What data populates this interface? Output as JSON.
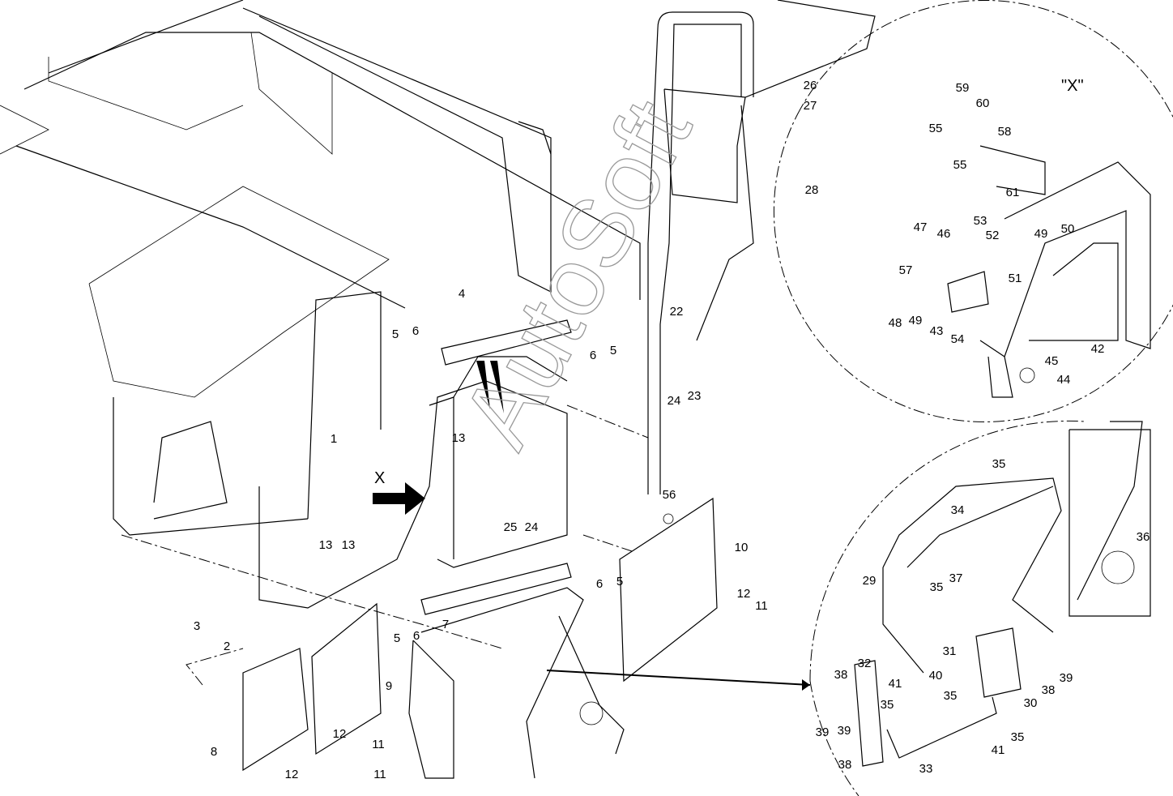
{
  "diagram": {
    "detail_view_title": "\"X\"",
    "view_marker": "X",
    "watermark": "AutoSoft",
    "callouts": [
      "26",
      "27",
      "59",
      "60",
      "55",
      "58",
      "55",
      "61",
      "28",
      "47",
      "46",
      "53",
      "52",
      "49",
      "50",
      "57",
      "51",
      "48",
      "49",
      "43",
      "54",
      "42",
      "45",
      "44",
      "22",
      "4",
      "5",
      "6",
      "6",
      "5",
      "24",
      "23",
      "13",
      "1",
      "25",
      "24",
      "56",
      "10",
      "13",
      "13",
      "5",
      "6",
      "7",
      "5",
      "6",
      "12",
      "11",
      "3",
      "2",
      "9",
      "8",
      "12",
      "11",
      "12",
      "11",
      "35",
      "34",
      "36",
      "29",
      "35",
      "37",
      "31",
      "32",
      "38",
      "41",
      "40",
      "35",
      "38",
      "39",
      "30",
      "39",
      "35",
      "33",
      "35",
      "41",
      "39",
      "38"
    ]
  }
}
